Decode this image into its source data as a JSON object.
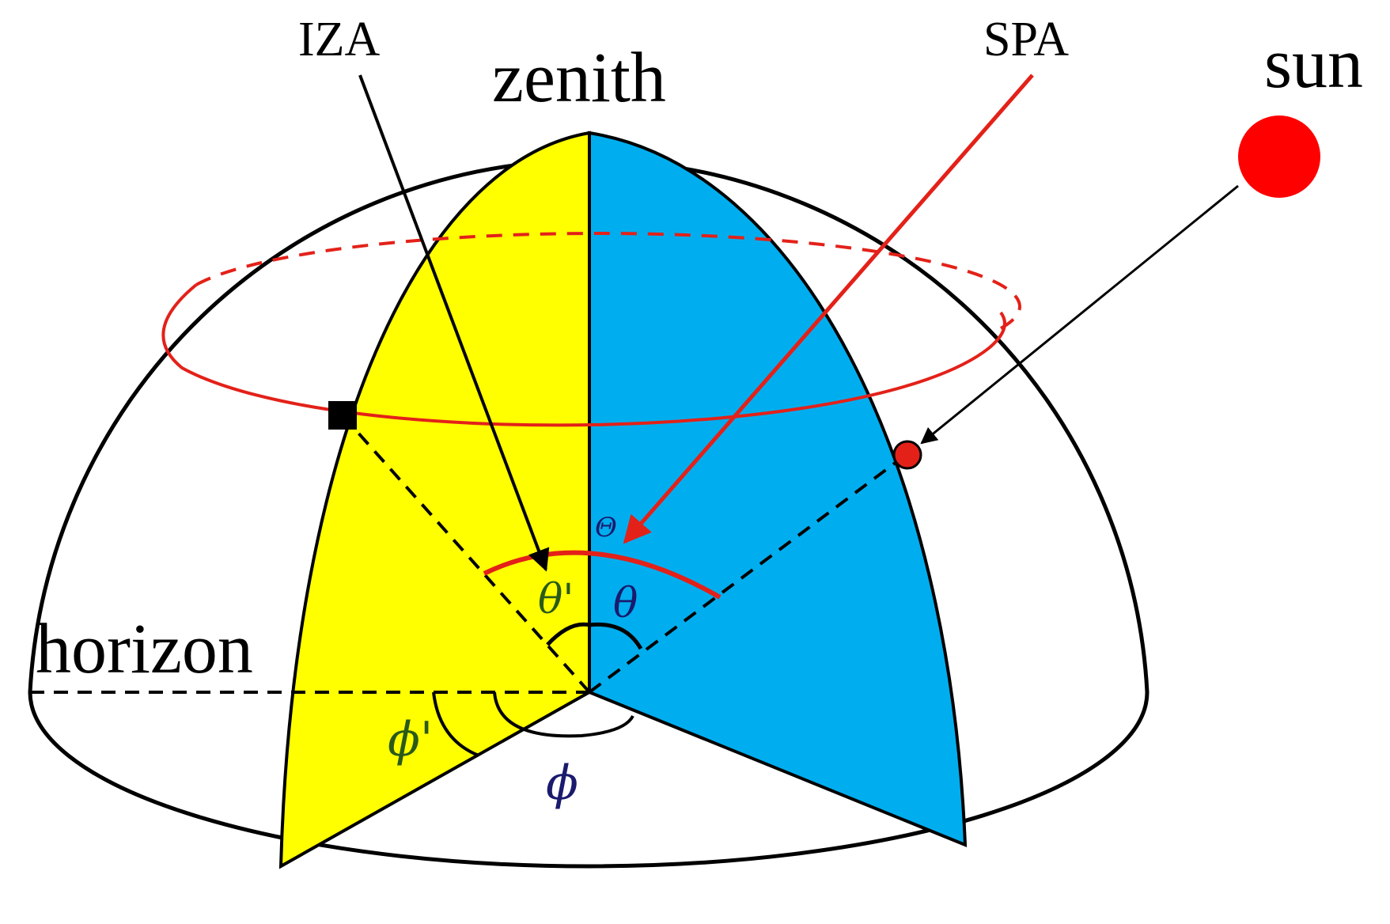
{
  "labels": {
    "iza": "IZA",
    "spa": "SPA",
    "zenith": "zenith",
    "sun": "sun",
    "horizon": "horizon",
    "theta": "θ",
    "theta_prime": "θ'",
    "phi": "ϕ",
    "phi_prime": "ϕ'",
    "scattering_angle": "Θ"
  },
  "colors": {
    "viewing_plane": "#ffff00",
    "solar_plane": "#00aeef",
    "sun": "#ff0000",
    "solar_path": "#e32119",
    "outline": "#000000",
    "angle_label": "#1a1a6e",
    "prime_label": "#2a5a1a"
  }
}
